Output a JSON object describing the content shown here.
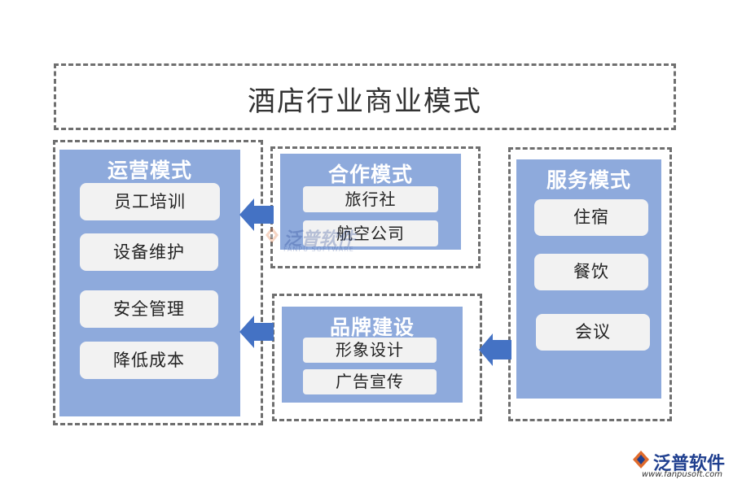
{
  "title": "酒店行业商业模式",
  "operations": {
    "title": "运营模式",
    "items": [
      "员工培训",
      "设备维护",
      "安全管理",
      "降低成本"
    ]
  },
  "cooperation": {
    "title": "合作模式",
    "items": [
      "旅行社",
      "航空公司"
    ]
  },
  "brand": {
    "title": "品牌建设",
    "items": [
      "形象设计",
      "广告宣传"
    ]
  },
  "service": {
    "title": "服务模式",
    "items": [
      "住宿",
      "餐饮",
      "会议"
    ]
  },
  "watermark": {
    "name": "泛普软件",
    "sub": "FANPU SOFTWARE"
  },
  "logo": {
    "name": "泛普软件",
    "url": "www.fanpusoft.com"
  },
  "colors": {
    "panel": "#8eaadc",
    "arrow": "#4472c4",
    "item": "#f2f2f2",
    "dash": "#6f6f6f"
  }
}
